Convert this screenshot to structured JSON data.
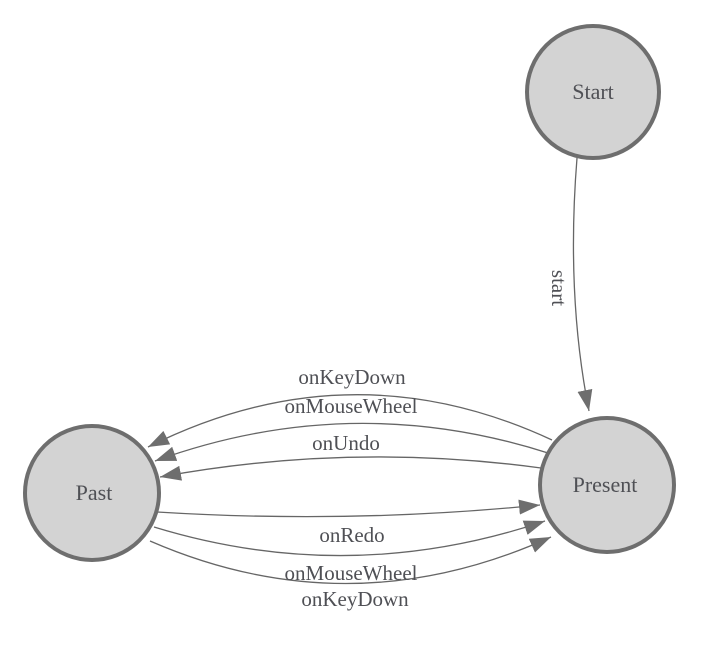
{
  "diagram": {
    "kind": "state-diagram",
    "colors": {
      "background": "#ffffff",
      "node_fill": "#d3d3d3",
      "node_stroke": "#6e6e6e",
      "edge_stroke": "#666666",
      "arrowhead_fill": "#6e6e6e",
      "label_text": "#4f5055"
    },
    "nodes": [
      {
        "id": "start",
        "label": "Start"
      },
      {
        "id": "present",
        "label": "Present"
      },
      {
        "id": "past",
        "label": "Past"
      }
    ],
    "edges": [
      {
        "from": "Start",
        "to": "Present",
        "label": "start"
      },
      {
        "from": "Present",
        "to": "Past",
        "label": "onKeyDown"
      },
      {
        "from": "Present",
        "to": "Past",
        "label": "onMouseWheel"
      },
      {
        "from": "Present",
        "to": "Past",
        "label": "onUndo"
      },
      {
        "from": "Past",
        "to": "Present",
        "label": "onRedo"
      },
      {
        "from": "Past",
        "to": "Present",
        "label": "onMouseWheel"
      },
      {
        "from": "Past",
        "to": "Present",
        "label": "onKeyDown"
      }
    ]
  }
}
